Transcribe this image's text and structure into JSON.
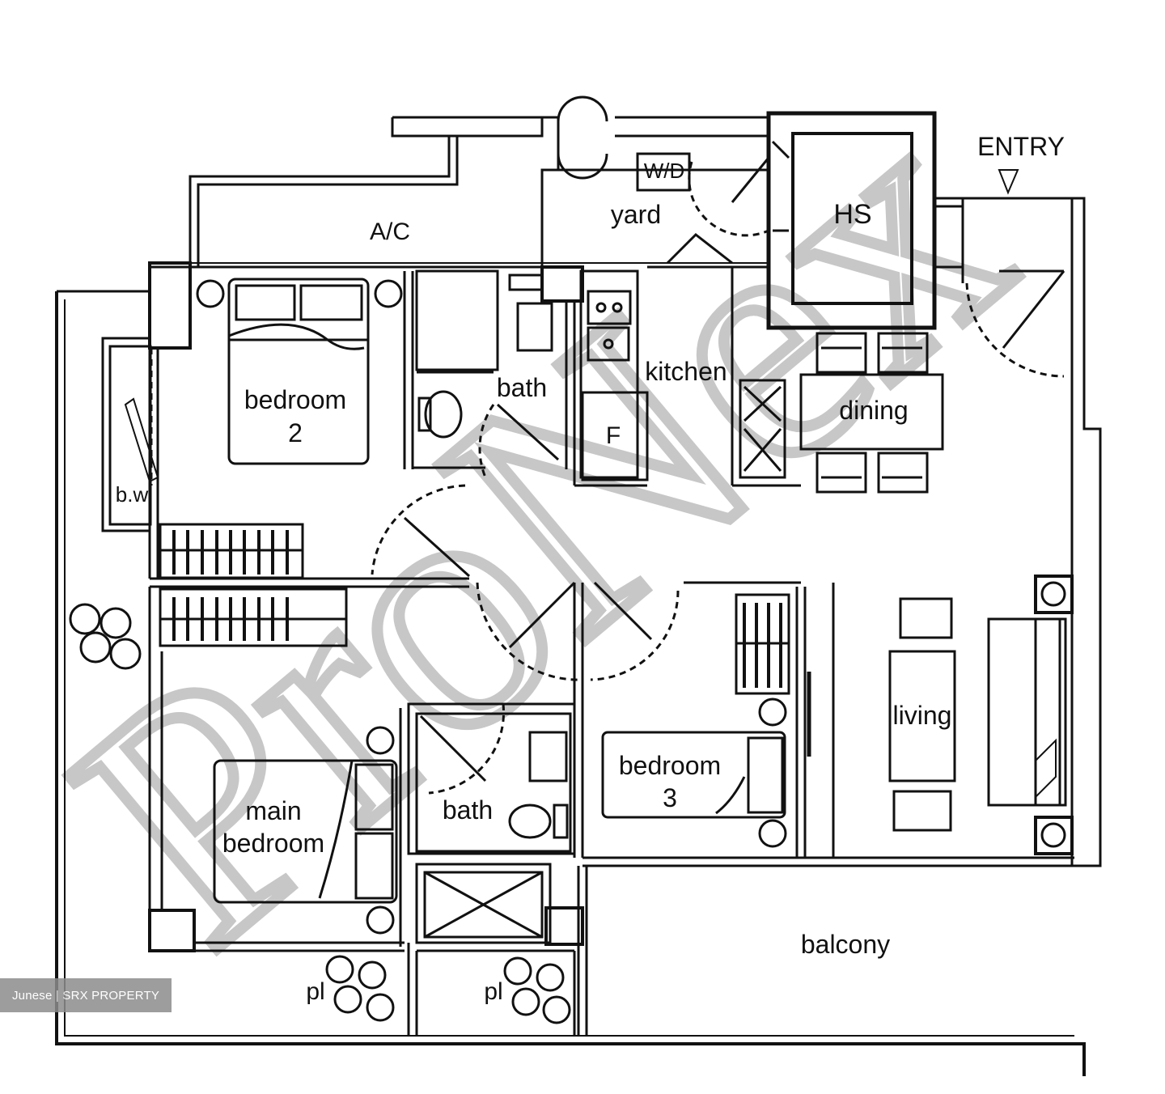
{
  "rooms": {
    "ac": "A/C",
    "yard": "yard",
    "wd": "W/D",
    "hs": "HS",
    "entry": "ENTRY",
    "bedroom2_line1": "bedroom",
    "bedroom2_line2": "2",
    "bath_top": "bath",
    "kitchen": "kitchen",
    "fridge": "F",
    "dining": "dining",
    "bw": "b.w",
    "living": "living",
    "bedroom3_line1": "bedroom",
    "bedroom3_line2": "3",
    "main_bedroom_line1": "main",
    "main_bedroom_line2": "bedroom",
    "bath_bottom": "bath",
    "balcony": "balcony",
    "planter_left": "pl",
    "planter_right": "pl"
  },
  "watermark": "ProNex",
  "badge": "Junese | SRX PROPERTY",
  "colors": {
    "wall": "#111111",
    "watermark": "#a0a0a0",
    "badge_bg": "#8c8c8c"
  }
}
